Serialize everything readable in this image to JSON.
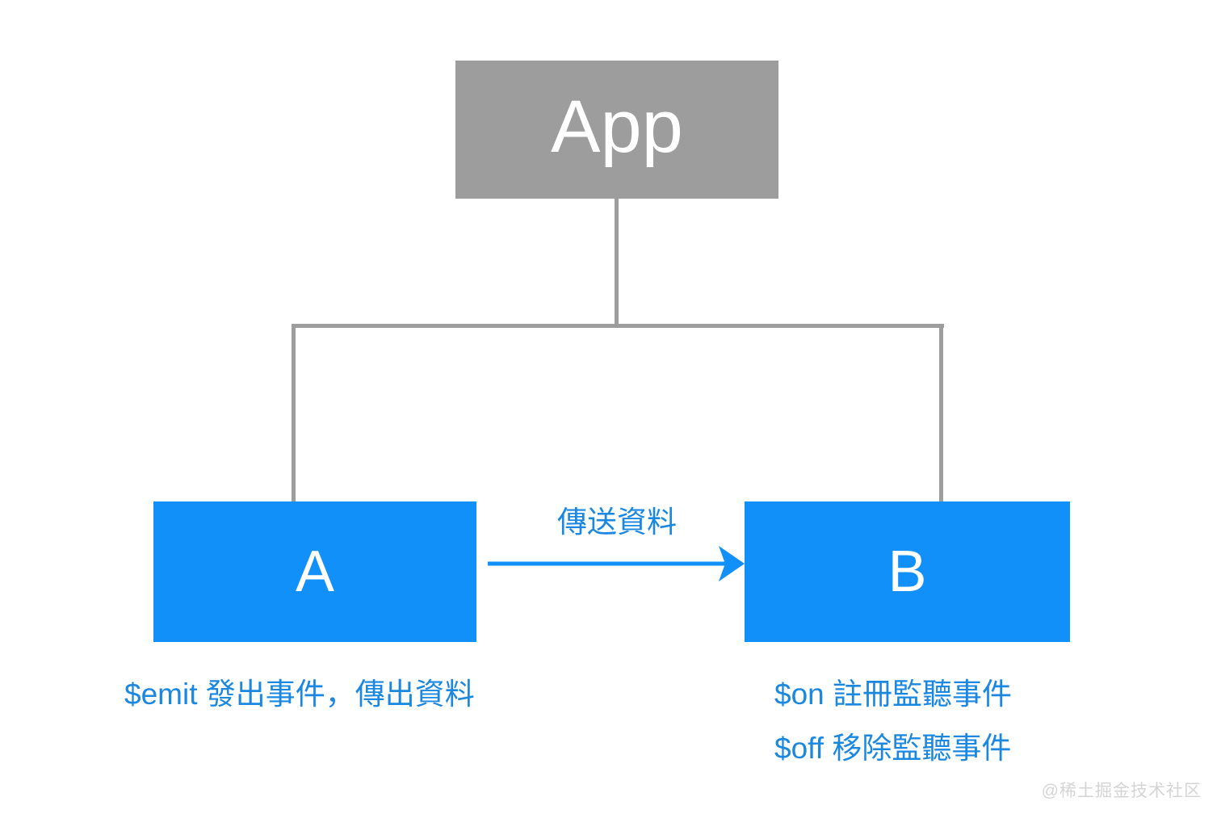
{
  "diagram": {
    "title": "Vue component event communication diagram",
    "colors": {
      "parent_node_fill": "#9d9d9d",
      "child_node_fill": "#1190fa",
      "node_text": "#ffffff",
      "accent_text": "#1a87e0",
      "connector_line": "#9d9d9d",
      "arrow": "#1190fa",
      "background": "#ffffff",
      "watermark": "#d4d4d4"
    },
    "nodes": {
      "app": {
        "label": "App"
      },
      "child_a": {
        "label": "A"
      },
      "child_b": {
        "label": "B"
      }
    },
    "arrow": {
      "label": "傳送資料",
      "direction": "left-to-right",
      "from": "A",
      "to": "B"
    },
    "captions": {
      "left": "$emit 發出事件，傳出資料",
      "right_line_1": "$on 註冊監聽事件",
      "right_line_2": "$off 移除監聽事件"
    },
    "watermark": "@稀土掘金技术社区"
  }
}
